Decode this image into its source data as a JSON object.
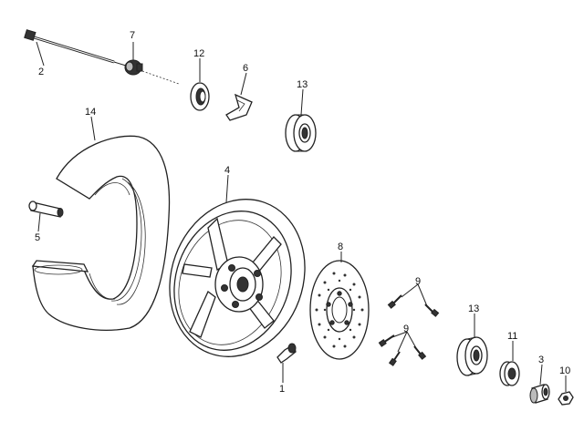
{
  "diagram": {
    "callouts": {
      "c1": "1",
      "c2": "2",
      "c3": "3",
      "c4": "4",
      "c5": "5",
      "c6": "6",
      "c7": "7",
      "c8": "8",
      "c9a": "9",
      "c9b": "9",
      "c10": "10",
      "c11": "11",
      "c12": "12",
      "c13a": "13",
      "c13b": "13",
      "c14": "14"
    }
  }
}
